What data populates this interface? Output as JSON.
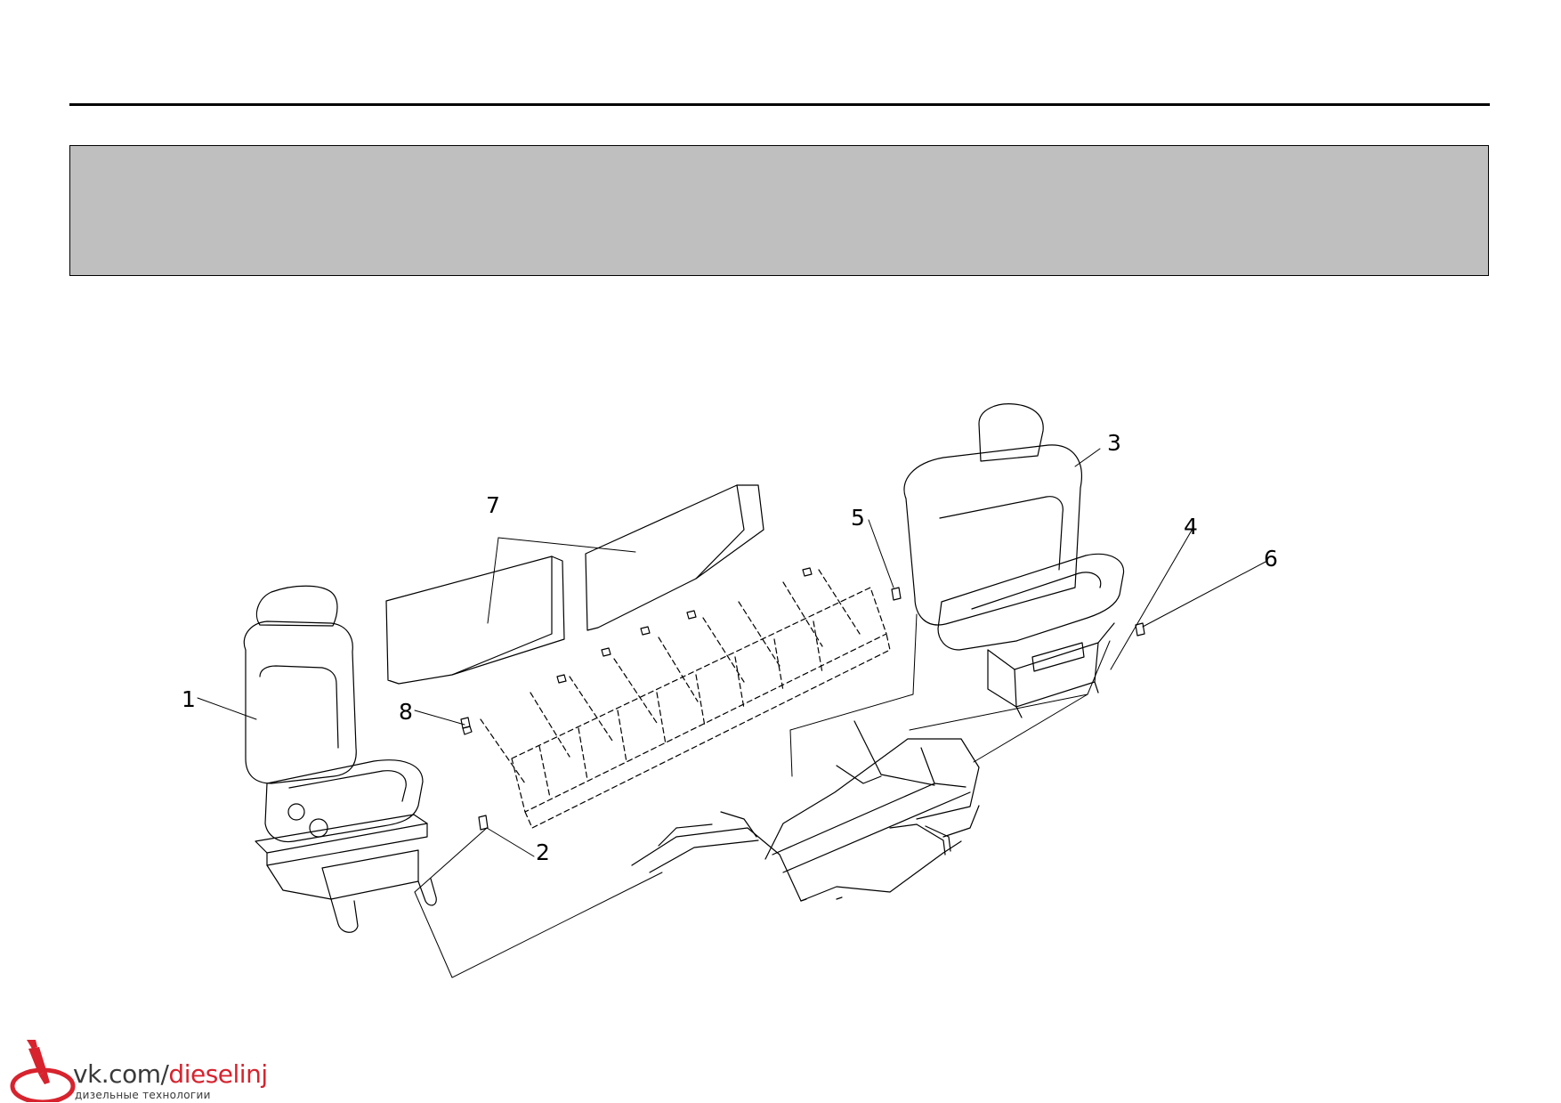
{
  "callouts": [
    "1",
    "2",
    "3",
    "4",
    "5",
    "6",
    "7",
    "8"
  ],
  "logo": {
    "url_prefix": "vk.com/",
    "url_accent": "dieselinj",
    "subtitle": "дизельные технологии",
    "accent_color": "#d7232e"
  }
}
